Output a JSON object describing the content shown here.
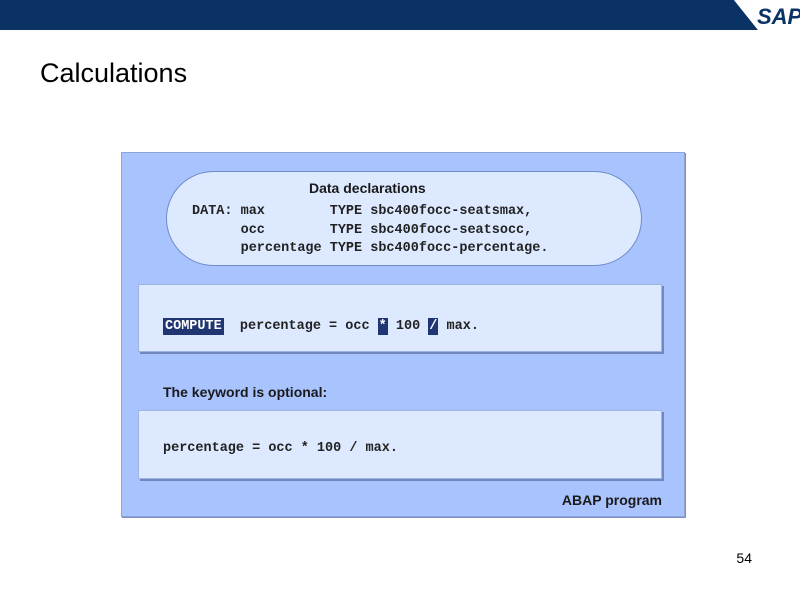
{
  "header": {
    "logo_text": "SAP",
    "brand_color": "#0a3264",
    "logo_gold": "#f0ab00"
  },
  "slide": {
    "title": "Calculations",
    "page_number": "54"
  },
  "panel": {
    "background": "#a9c3ff",
    "label": "ABAP program",
    "declarations": {
      "heading": "Data declarations",
      "lines": [
        "DATA: max        TYPE sbc400focc-seatsmax,",
        "      occ        TYPE sbc400focc-seatsocc,",
        "      percentage TYPE sbc400focc-percentage."
      ]
    },
    "compute_example": {
      "keyword": "COMPUTE",
      "lhs": "percentage = occ",
      "op1": "*",
      "mid": "100",
      "op2": "/",
      "rhs": "max."
    },
    "optional_note": "The keyword is optional:",
    "short_example": "percentage = occ * 100 / max."
  }
}
